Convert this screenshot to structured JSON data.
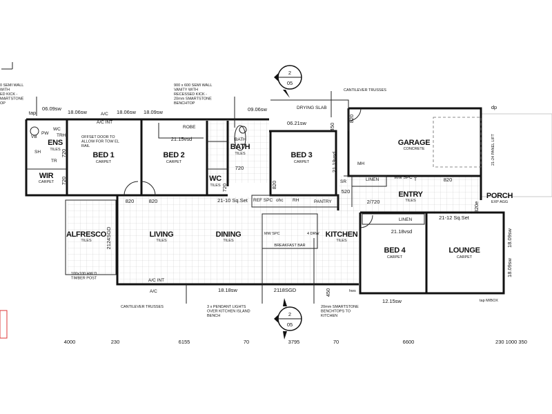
{
  "rooms": {
    "ens": {
      "name": "ENS",
      "sub": "TILES"
    },
    "wir": {
      "name": "WIR",
      "sub": "CARPET"
    },
    "bed1": {
      "name": "BED 1",
      "sub": "CARPET"
    },
    "bed2": {
      "name": "BED 2",
      "sub": "CARPET"
    },
    "bath": {
      "name": "BATH",
      "sub": "TILES"
    },
    "wc": {
      "name": "WC",
      "sub": "TILES"
    },
    "bed3": {
      "name": "BED 3",
      "sub": "CARPET"
    },
    "garage": {
      "name": "GARAGE",
      "sub": "CONCRETE"
    },
    "entry": {
      "name": "ENTRY",
      "sub": "TILES"
    },
    "porch": {
      "name": "PORCH",
      "sub": "EXP AGG"
    },
    "alfresco": {
      "name": "ALFRESCO",
      "sub": "TILES"
    },
    "living": {
      "name": "LIVING",
      "sub": "TILES"
    },
    "dining": {
      "name": "DINING",
      "sub": "TILES"
    },
    "kitchen": {
      "name": "KITCHEN",
      "sub": "TILES"
    },
    "bed4": {
      "name": "BED 4",
      "sub": "CARPET"
    },
    "lounge": {
      "name": "LOUNGE",
      "sub": "CARPET"
    }
  },
  "fixtures": {
    "robe": "ROBE",
    "linen": "LINEN",
    "linen2": "LINEN",
    "pantry": "PANTRY",
    "ref": "REF SPC",
    "wm": "WM SPC",
    "t": "T",
    "mh": "MH",
    "sr": "SR",
    "ac_int": "A/C INT",
    "ac_int2": "A/C INT",
    "ac": "A/C",
    "ac2": "A/C",
    "drying": "DRYING SLAB",
    "breakfast": "BREAKFAST BAR",
    "mw": "MW SPC",
    "drw": "4 DRW",
    "hws": "hws",
    "pw": "PW",
    "vb": "VB",
    "wc": "WC",
    "trh": "TRH",
    "tr": "TR",
    "sh": "SH",
    "bath_tub": "BATH",
    "rh": "RH",
    "ohc": "ohc"
  },
  "notes": {
    "vanity_left": "0 SEMI WALL / WITH / ED KICK - / MARTSTONE / OP",
    "vanity_right": "900 x 600 SEMI WALL / VANITY WITH / RECESSED KICK - / 20mm SMARTSTONE / BENCHTOP",
    "offset_door": "OFFSET DOOR TO / ALLOW FOR TOW EL / RAIL",
    "cantilever_top": "CANTILEVER TRUSSES",
    "cantilever_bottom": "CANTILEVER TRUSSES",
    "pendant": "3 x PENDANT LIGHTS / OVER KITCHEN ISLAND / BENCH",
    "benchtops": "20mm SMARTSTONE / BENCHTOPS TO / KITCHEN",
    "post": "100x100 HW D / TIMBER POST",
    "panel_lift": "21-24 PANEL LIFT",
    "meterbox": "tap M/BOX"
  },
  "dims": {
    "w1": "06.09sw",
    "w2": "18.06sw",
    "w3": "18.06sw",
    "w4": "18.09sw",
    "w5": "21.15vsd",
    "w6": "09.06sw",
    "w7": "06.21sw",
    "w8": "21.19vsd",
    "w9": "21-10 Sq.Set",
    "w10": "2/720",
    "w11": "21.18vsd",
    "w12": "21-12 Sq.Set",
    "w13": "18.09sw",
    "w14": "18.09sw",
    "w15": "12.15sw",
    "w16": "2118SGD",
    "w17": "18.18sw",
    "w18": "2124SGD",
    "d820a": "820",
    "d820b": "820",
    "d820c": "820",
    "d820d": "820",
    "d820e": "820",
    "d820f": "820e",
    "d720a": "720",
    "d720b": "720",
    "d720c": "720",
    "d720d": "720",
    "d520": "520",
    "d450a": "450",
    "d450b": "450",
    "tap": "tap",
    "dp": "dp"
  },
  "bottom_dims": [
    "4000",
    "230",
    "6155",
    "70",
    "3795",
    "70",
    "6600",
    "230 1000 350"
  ],
  "section_marker": {
    "top": "2",
    "bottom": "05"
  }
}
